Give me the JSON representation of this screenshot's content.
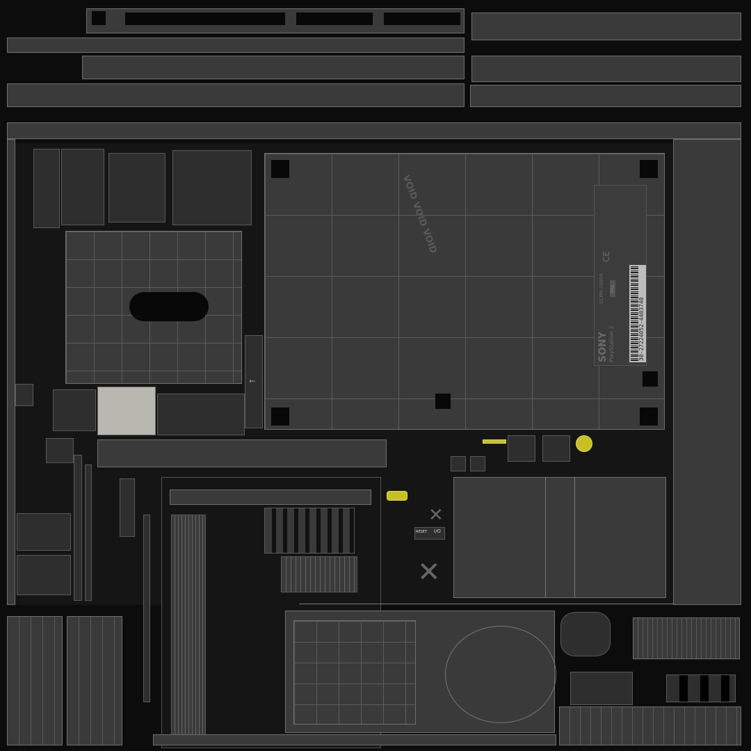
{
  "label": {
    "brand": "SONY",
    "product": "PlayStation 2",
    "model": "SCPH-70004",
    "region": "PAL",
    "barcode_number": "30-27224052-4403740",
    "ce_mark": "CE"
  },
  "warranty_sticker": "VOID VOID VOID",
  "panel_text": {
    "reset": "RESET",
    "power": "I/O"
  },
  "colors": {
    "background": "#0c0c0c",
    "panel": "#3a3a3a",
    "wire": "#707070",
    "accent_yellow": "#c8c020"
  }
}
